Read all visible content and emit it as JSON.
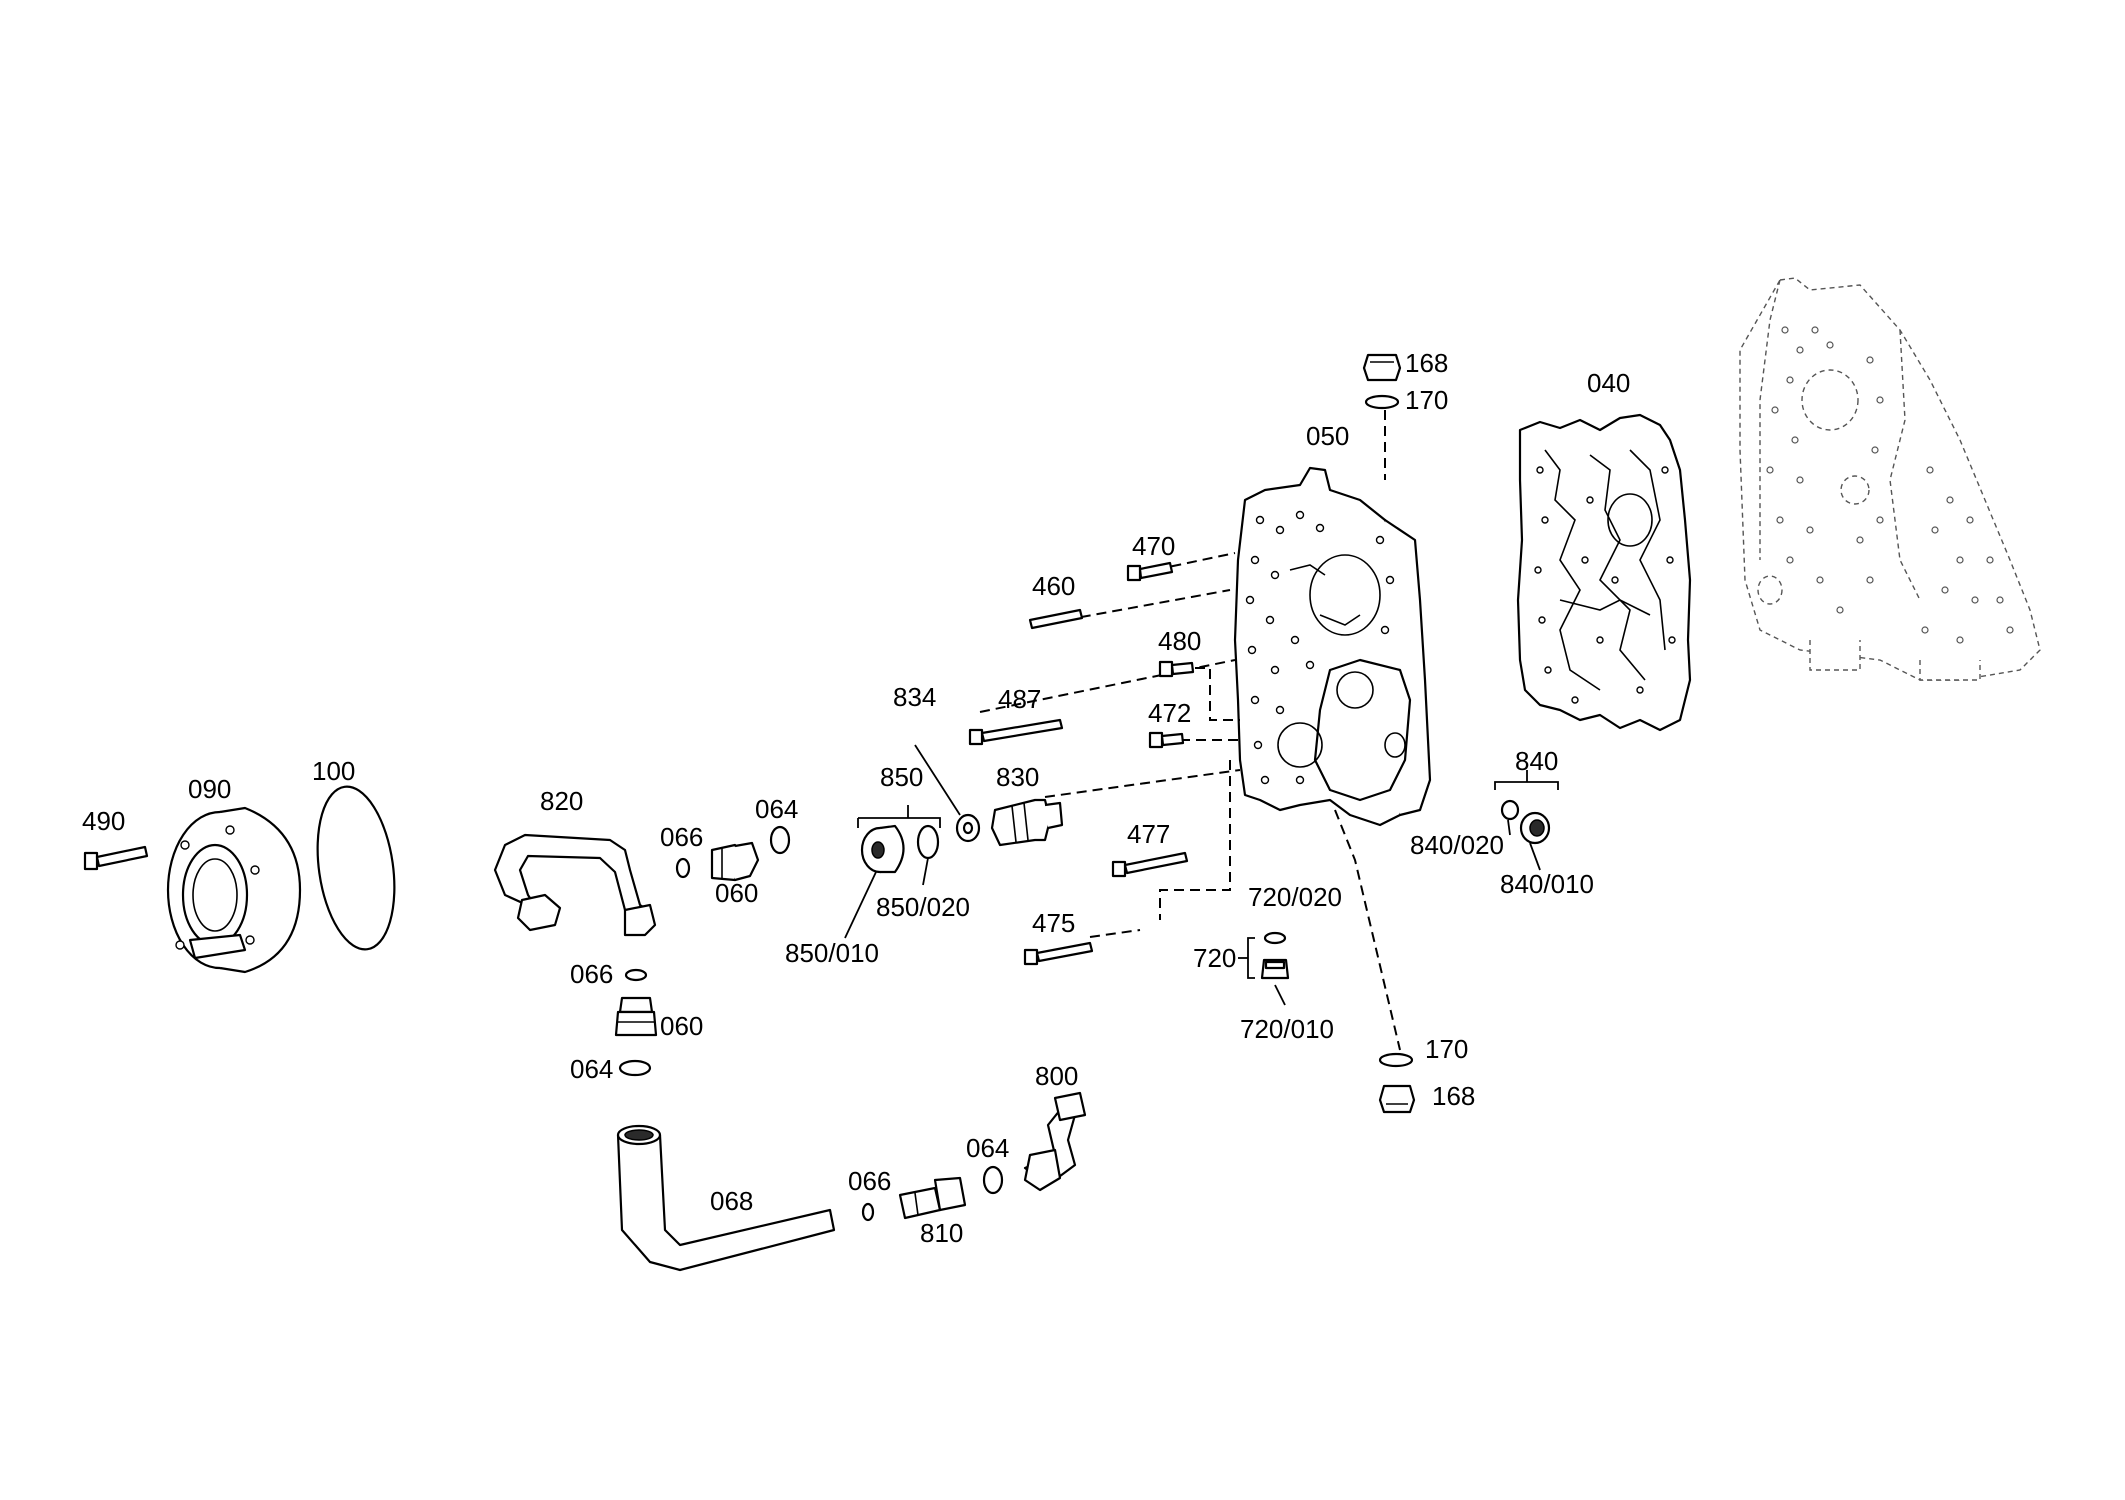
{
  "diagram": {
    "labels": {
      "l168a": "168",
      "l170a": "170",
      "l050": "050",
      "l040": "040",
      "l470": "470",
      "l460": "460",
      "l480": "480",
      "l487": "487",
      "l472": "472",
      "l834": "834",
      "l850": "850",
      "l830": "830",
      "l840": "840",
      "l477": "477",
      "l840_020": "840/020",
      "l840_010": "840/010",
      "l720_020": "720/020",
      "l720": "720",
      "l720_010": "720/010",
      "l475": "475",
      "l850_010": "850/010",
      "l850_020": "850/020",
      "l490": "490",
      "l090": "090",
      "l100": "100",
      "l820": "820",
      "l066a": "066",
      "l060a": "060",
      "l064a": "064",
      "l066b": "066",
      "l060b": "060",
      "l064b": "064",
      "l800": "800",
      "l064c": "064",
      "l066c": "066",
      "l068": "068",
      "l810": "810",
      "l170b": "170",
      "l168b": "168"
    }
  }
}
